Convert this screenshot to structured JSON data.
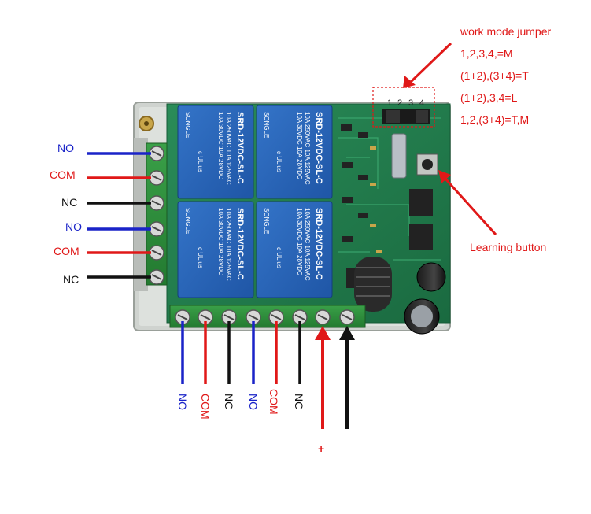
{
  "colors": {
    "board": "#1f7a4a",
    "relay": "#2a63b8",
    "terminal": "#2e8a3a",
    "blue_wire": "#1a23c8",
    "red_wire": "#e01818",
    "black_wire": "#111111"
  },
  "annotations": {
    "work_mode_title": "work mode jumper",
    "mode_1": "1,2,3,4,=M",
    "mode_2": "(1+2),(3+4)=T",
    "mode_3": "(1+2),3,4=L",
    "mode_4": "1,2,(3+4)=T,M",
    "learning_button": "Learning button",
    "jumper_pins": [
      "1",
      "2",
      "3",
      "4"
    ]
  },
  "left_terminals": [
    {
      "label": "NO",
      "color": "blue"
    },
    {
      "label": "COM",
      "color": "red"
    },
    {
      "label": "NC",
      "color": "black"
    },
    {
      "label": "NO",
      "color": "blue"
    },
    {
      "label": "COM",
      "color": "red"
    },
    {
      "label": "NC",
      "color": "black"
    }
  ],
  "bottom_terminals": [
    {
      "label": "NO",
      "color": "blue"
    },
    {
      "label": "COM",
      "color": "red"
    },
    {
      "label": "NC",
      "color": "black"
    },
    {
      "label": "NO",
      "color": "blue"
    },
    {
      "label": "COM",
      "color": "red"
    },
    {
      "label": "NC",
      "color": "black"
    }
  ],
  "power": {
    "plus": "+"
  },
  "relay_text": {
    "brand": "SONGLE",
    "model": "SRD-12VDC-SL-C",
    "rating_1": "10A 250VAC 10A 125VAC",
    "rating_2": "10A 30VDC 10A 28VDC",
    "cert": "c UL us"
  }
}
